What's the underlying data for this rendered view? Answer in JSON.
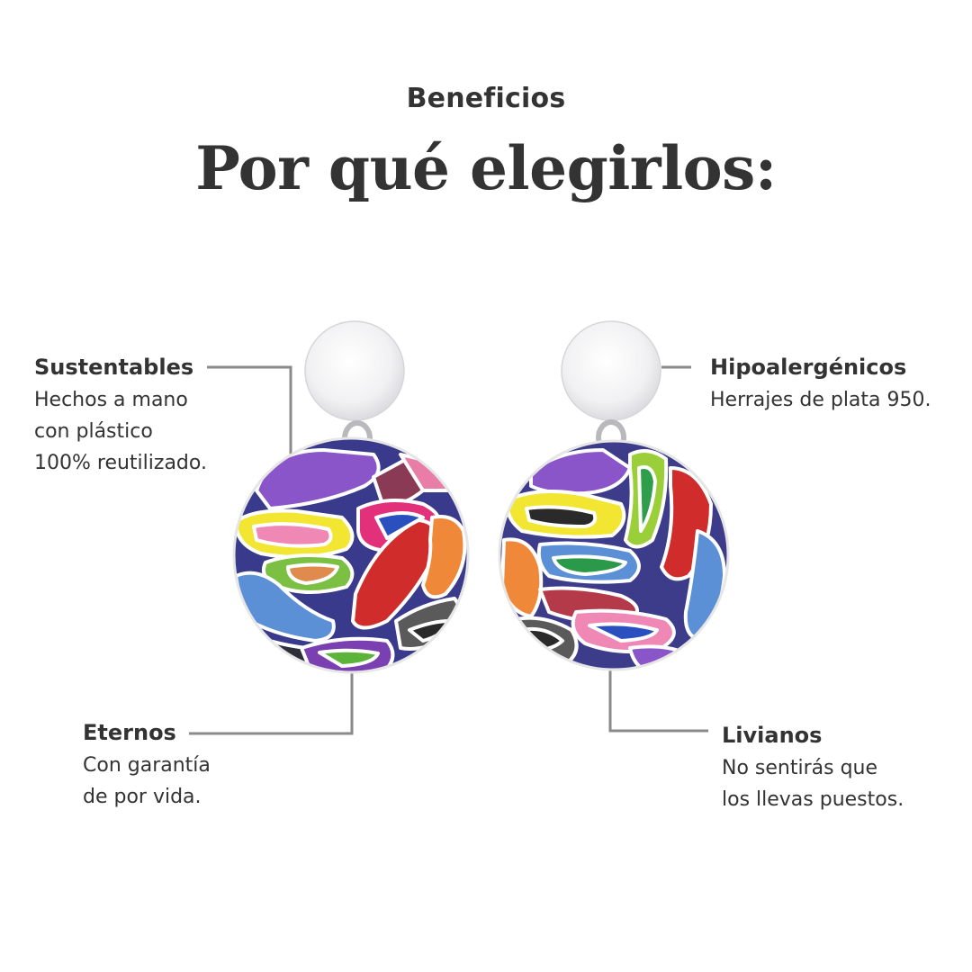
{
  "header": {
    "eyebrow": "Beneficios",
    "title": "Por qué elegirlos:"
  },
  "features": {
    "sustentables": {
      "title": "Sustentables",
      "lines": [
        "Hechos a mano",
        "con plástico",
        "100% reutilizado."
      ]
    },
    "hipoalergenicos": {
      "title": "Hipoalergénicos",
      "lines": [
        "Herrajes de plata 950."
      ]
    },
    "eternos": {
      "title": "Eternos",
      "lines": [
        "Con garantía",
        "de por vida."
      ]
    },
    "livianos": {
      "title": "Livianos",
      "lines": [
        "No sentirás que",
        "los llevas puestos."
      ]
    }
  },
  "colors": {
    "text": "#333333",
    "connector": "#8a8a8a",
    "background": "#ffffff"
  }
}
